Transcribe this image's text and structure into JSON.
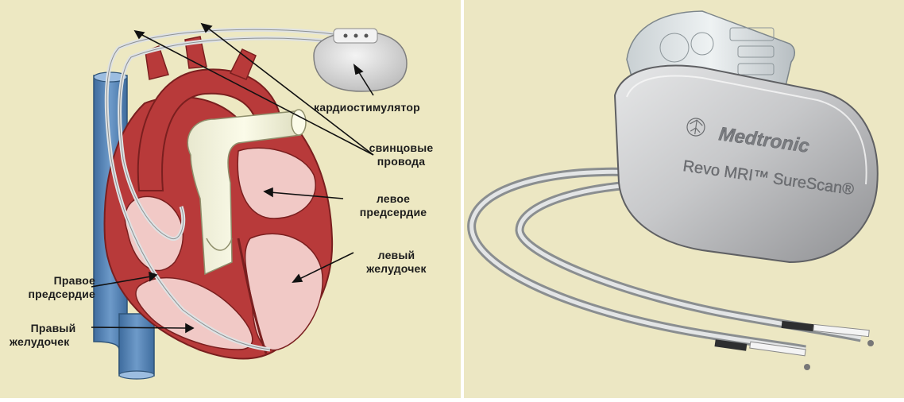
{
  "labels": {
    "pacemaker": "кардиостимулятор",
    "leads_line1": "свинцовые",
    "leads_line2": "провода",
    "left_atrium_line1": "левое",
    "left_atrium_line2": "предсердие",
    "left_ventricle_line1": "левый",
    "left_ventricle_line2": "желудочек",
    "right_atrium_line1": "Правое",
    "right_atrium_line2": "предсердие",
    "right_ventricle_line1": "Правый",
    "right_ventricle_line2": "желудочек"
  },
  "device": {
    "brand": "Medtronic",
    "model": "Revo MRI™ SureScan®"
  },
  "colors": {
    "background": "#ede8c2",
    "myocardium": "#b83a3a",
    "chamber": "#f1c9c6",
    "vena_cava": "#5a86b6",
    "lead": "#e7e9ea",
    "device_shell": "#c9cacc"
  }
}
